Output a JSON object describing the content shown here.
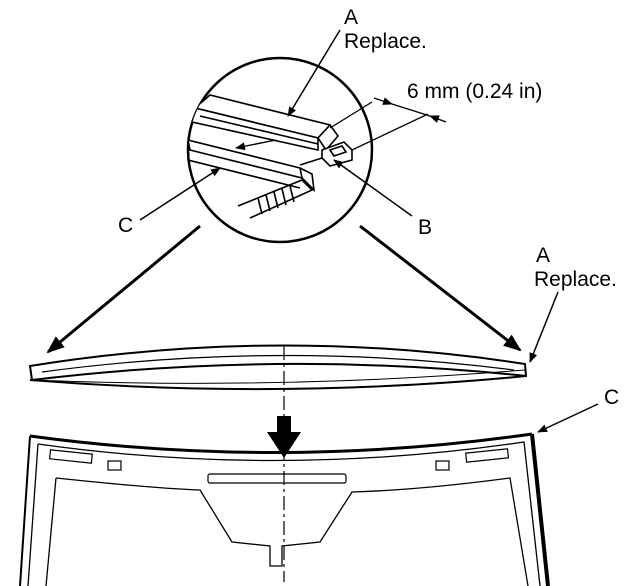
{
  "labels": {
    "top_part_letter": "A",
    "top_part_note": "Replace.",
    "dimension": "6 mm (0.24 in)",
    "clip_letter": "B",
    "detail_glass_letter": "C",
    "right_part_letter": "A",
    "right_part_note": "Replace.",
    "windshield_letter": "C"
  },
  "colors": {
    "ink": "#000000",
    "background": "#ffffff"
  }
}
